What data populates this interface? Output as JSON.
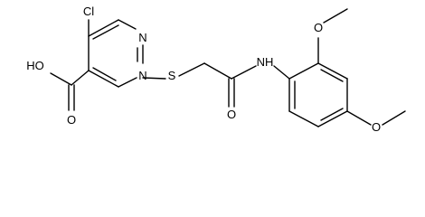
{
  "structure": {
    "labels": {
      "cl": "Cl",
      "n_top": "N",
      "n_bottom": "N",
      "s": "S",
      "acid": "HO",
      "carbonyl_o_acid": "O",
      "carbonyl_o_amide": "O",
      "nh": "NH",
      "o_methoxy_1": "O",
      "o_methoxy_2": "O"
    }
  }
}
